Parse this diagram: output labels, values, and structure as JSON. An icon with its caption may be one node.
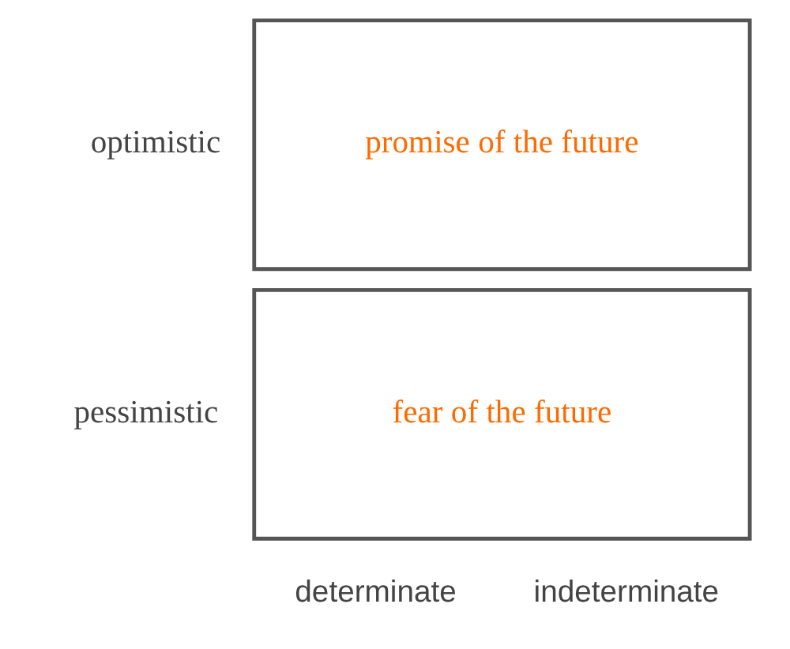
{
  "diagram": {
    "nodes": [
      {
        "text": [
          "promise of the future"
        ]
      },
      {
        "text": [
          "fear of the future"
        ]
      }
    ],
    "labels": [
      "optimistic",
      "pessimistic",
      "determinate",
      "indeterminate"
    ]
  }
}
